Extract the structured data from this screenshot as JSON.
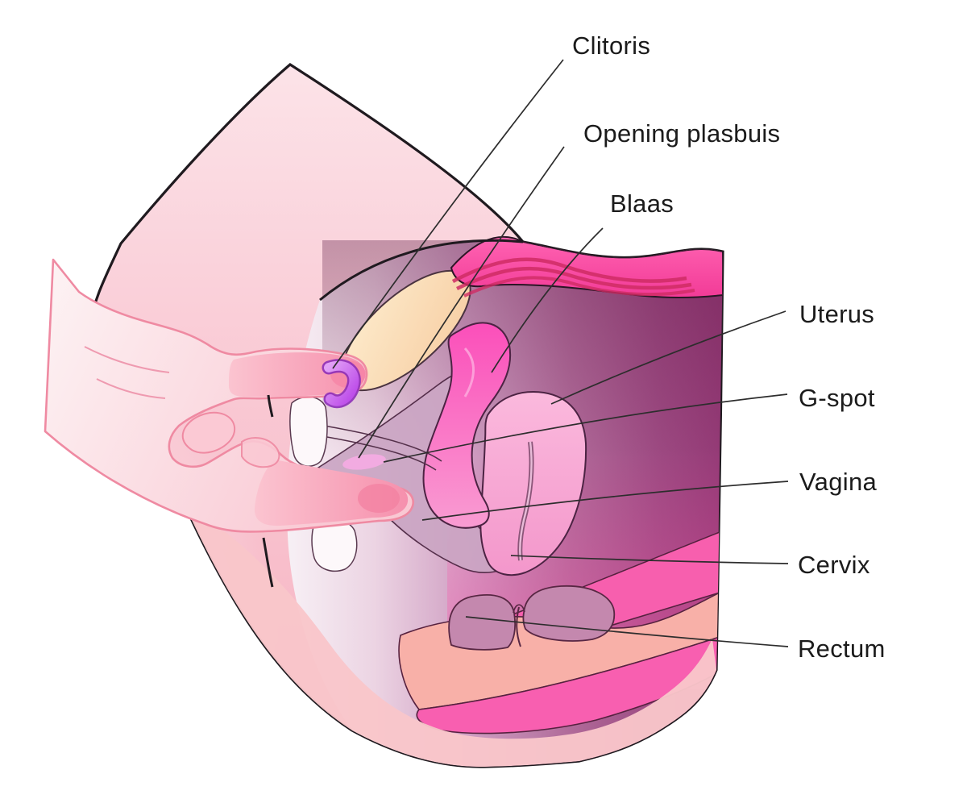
{
  "figure": {
    "type": "anatomical-diagram",
    "subject": "Female pelvis, sagittal cross-section with hand pointing to clitoris and G-spot",
    "language": "Dutch/English mixed"
  },
  "labels": [
    {
      "id": "clitoris",
      "text": "Clitoris"
    },
    {
      "id": "opening-plasbuis",
      "text": "Opening plasbuis"
    },
    {
      "id": "blaas",
      "text": "Blaas"
    },
    {
      "id": "uterus",
      "text": "Uterus"
    },
    {
      "id": "g-spot",
      "text": "G-spot"
    },
    {
      "id": "vagina",
      "text": "Vagina"
    },
    {
      "id": "cervix",
      "text": "Cervix"
    },
    {
      "id": "rectum",
      "text": "Rectum"
    }
  ],
  "colors": {
    "background": "#ffffff",
    "skin_light": "#fce3e8",
    "skin_deep": "#f6b2c1",
    "magenta_band": "#f8449f",
    "crimson_stripe": "#cf2c64",
    "dark_magenta": "#953a76",
    "uterus_pink": "#f9aad7",
    "bladder_pink": "#fa55bc",
    "pubic_bone_peach": "#fbe3c0",
    "clitoris_violet": "#c353ee",
    "gspot_pink": "#f3abe3",
    "rectum_salmon": "#f8b0a8",
    "hand_pink": "#f8abbc",
    "outline": "#1f1a1f",
    "label_text": "#1b1b1b"
  }
}
